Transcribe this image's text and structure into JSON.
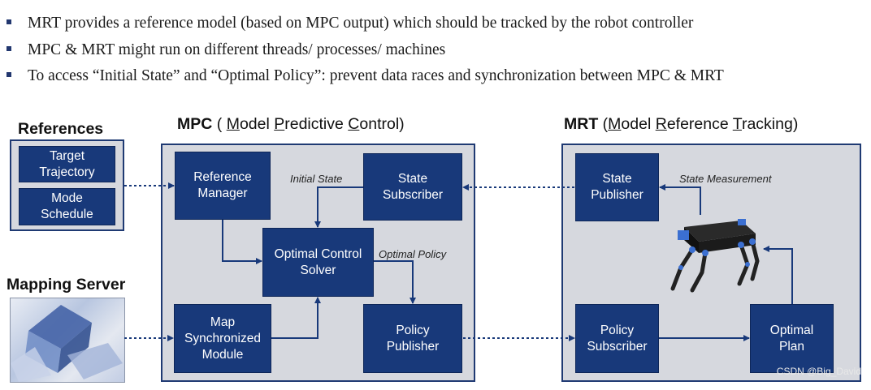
{
  "bullets": [
    "MRT provides a reference model (based on MPC output) which should be tracked by the robot controller",
    "MPC & MRT might run on different threads/ processes/ machines",
    "To access “Initial State” and “Optimal Policy”: prevent data races and synchronization between MPC & MRT"
  ],
  "references": {
    "title": "References",
    "items": [
      "Target\nTrajectory",
      "Mode\nSchedule"
    ]
  },
  "mapping": {
    "title": "Mapping Server"
  },
  "mpc": {
    "abbr": "MPC",
    "open": " ( ",
    "w1_first": "M",
    "w1_rest": "odel ",
    "w2_first": "P",
    "w2_rest": "redictive ",
    "w3_first": "C",
    "w3_rest": "ontrol)",
    "blocks": {
      "reference_manager": "Reference\nManager",
      "state_subscriber": "State\nSubscriber",
      "solver": "Optimal Control\nSolver",
      "map_module": "Map\nSynchronized\nModule",
      "policy_publisher": "Policy\nPublisher"
    },
    "labels": {
      "initial_state": "Initial State",
      "optimal_policy": "Optimal Policy"
    }
  },
  "mrt": {
    "abbr": "MRT",
    "open": " (",
    "w1_first": "M",
    "w1_rest": "odel ",
    "w2_first": "R",
    "w2_rest": "eference ",
    "w3_first": "T",
    "w3_rest": "racking)",
    "blocks": {
      "state_publisher": "State\nPublisher",
      "policy_subscriber": "Policy\nSubscriber",
      "optimal_plan": "Optimal\nPlan"
    },
    "labels": {
      "state_measurement": "State Measurement"
    }
  },
  "watermark": "CSDN @Big_David",
  "colors": {
    "block": "#18397a",
    "panel": "#d6d8de",
    "border": "#1f3a73",
    "bullet": "#22376f"
  }
}
